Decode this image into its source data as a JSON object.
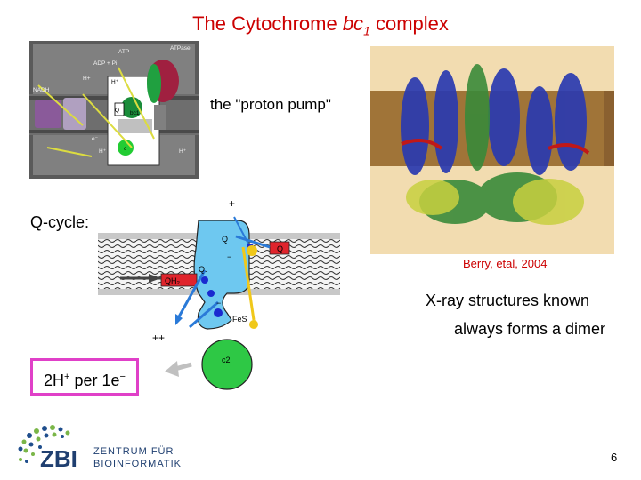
{
  "slide": {
    "title_pre": "The Cytochrome ",
    "title_italic": "bc",
    "title_sub": "1",
    "title_post": " complex",
    "proton_pump_label": "the \"proton pump\"",
    "qcycle_label": "Q-cycle:",
    "citation": "Berry, etal, 2004",
    "xray_line": "X-ray structures known",
    "dimer_line": "always forms a dimer",
    "ratio": {
      "lead": "2H",
      "plus_sup": "+",
      "middle": " per 1e",
      "minus_sup": "−"
    },
    "page_number": "6"
  },
  "pump_figure": {
    "labels": {
      "atp": "ATP",
      "atpase": "ATPase",
      "adp": "ADP + Pi",
      "hplus_top": "H+",
      "nadh": "NADH",
      "h_inner": "H⁺",
      "bc1": "bc1",
      "q": "Q",
      "c": "c",
      "e": "e⁻",
      "h_bottom_left": "H⁺",
      "h_bottom_right": "H⁺"
    }
  },
  "qcycle_figure": {
    "labels": {
      "plus": "+",
      "q_top": "Q",
      "q_right": "Q",
      "minus_top": "−",
      "q_minus": "Q.",
      "qh2": "QH₂",
      "minus_bottom": "−",
      "fes": "FeS",
      "c2": "c2",
      "double_plus": "++"
    }
  },
  "logo": {
    "letters": "ZBI",
    "line1": "ZENTRUM FÜR",
    "line2": "BIOINFORMATIK",
    "colors": {
      "blue": "#1f4e8c",
      "green": "#7ab648",
      "text": "#1f3f70"
    }
  }
}
